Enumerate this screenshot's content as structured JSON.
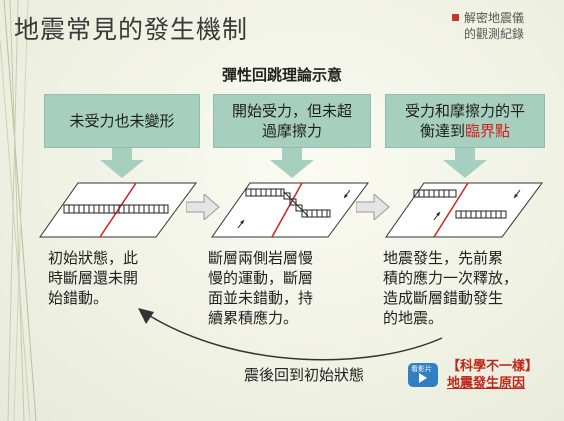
{
  "title": "地震常見的發生機制",
  "side_note": {
    "line1": "解密地震儀",
    "line2": "的觀測紀錄"
  },
  "subtitle": "彈性回跳理論示意",
  "stages": [
    {
      "label": "未受力也未變形"
    },
    {
      "label_line1": "開始受力，但未超",
      "label_line2": "過摩擦力"
    },
    {
      "label_line1": "受力和摩擦力的平",
      "label_line2_prefix": "衡達到",
      "label_line2_red": "臨界點"
    }
  ],
  "descriptions": [
    {
      "lines": [
        "初始狀態，此",
        "時斷層還未開",
        "始錯動。"
      ]
    },
    {
      "lines": [
        "斷層兩側岩層慢",
        "慢的運動，斷層",
        "面並未錯動，持",
        "續累積應力。"
      ]
    },
    {
      "lines": [
        "地震發生，先前累",
        "積的應力一次釋放，",
        "造成斷層錯動發生",
        "的地震。"
      ]
    }
  ],
  "return_text": "震後回到初始狀態",
  "video_button": {
    "label": "看影片"
  },
  "link": {
    "line1": "【科學不一樣】",
    "line2": "地震發生原因"
  },
  "colors": {
    "stage_box": "#a6cfc0",
    "fault": "#d32020",
    "accent": "#c0281c"
  }
}
